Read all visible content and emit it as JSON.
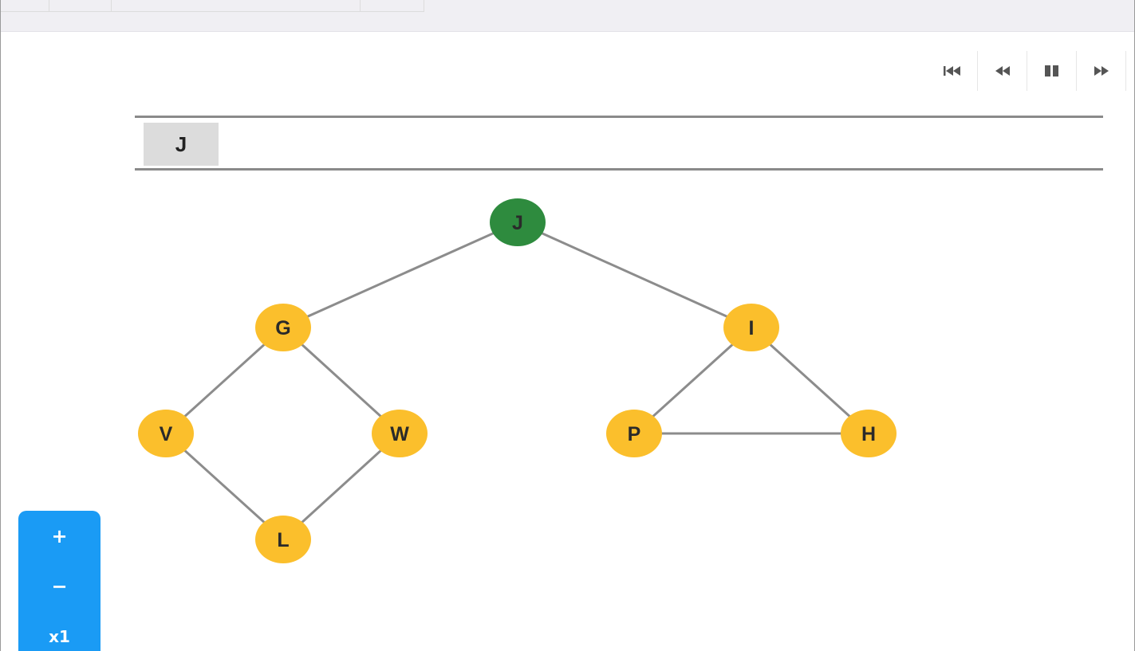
{
  "controls": {
    "skip_back_icon": "skip-to-start-icon",
    "rewind_icon": "rewind-icon",
    "pause_icon": "pause-icon",
    "forward_icon": "fast-forward-icon"
  },
  "queue": {
    "items": [
      "J"
    ]
  },
  "graph": {
    "nodes": [
      {
        "id": "J",
        "label": "J",
        "state": "current"
      },
      {
        "id": "G",
        "label": "G",
        "state": "pending"
      },
      {
        "id": "I",
        "label": "I",
        "state": "pending"
      },
      {
        "id": "V",
        "label": "V",
        "state": "pending"
      },
      {
        "id": "W",
        "label": "W",
        "state": "pending"
      },
      {
        "id": "P",
        "label": "P",
        "state": "pending"
      },
      {
        "id": "H",
        "label": "H",
        "state": "pending"
      },
      {
        "id": "L",
        "label": "L",
        "state": "pending"
      }
    ],
    "edges": [
      [
        "J",
        "G"
      ],
      [
        "J",
        "I"
      ],
      [
        "G",
        "V"
      ],
      [
        "G",
        "W"
      ],
      [
        "V",
        "L"
      ],
      [
        "W",
        "L"
      ],
      [
        "I",
        "P"
      ],
      [
        "I",
        "H"
      ],
      [
        "P",
        "H"
      ]
    ],
    "colors": {
      "current": "#2e8b3e",
      "pending": "#fbbf2c",
      "edge": "#8c8c8c"
    }
  },
  "zoom": {
    "plus_label": "+",
    "minus_label": "−",
    "scale_label": "x1"
  }
}
